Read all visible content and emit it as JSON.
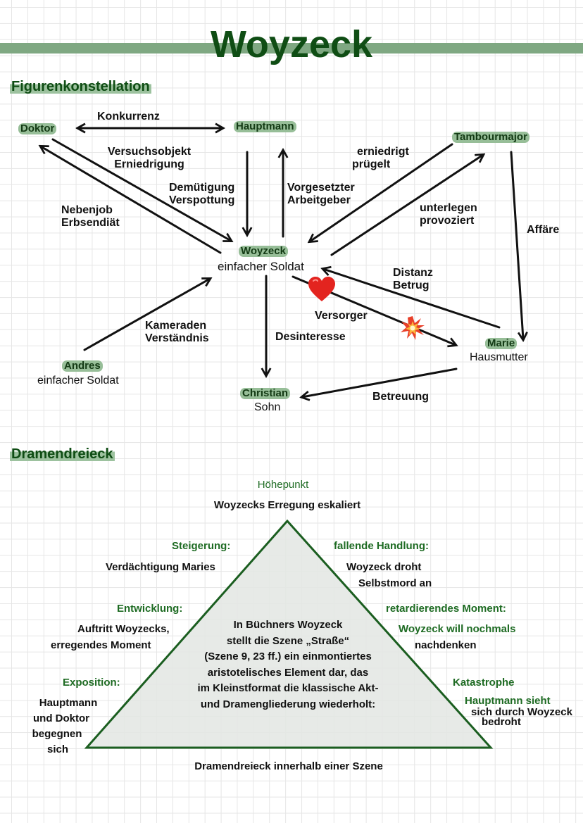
{
  "header": {
    "title": "Woyzeck",
    "accent_color": "#0f4d14",
    "bar_color": "#7fa882"
  },
  "figurenkonstellation": {
    "section_title": "Figurenkonstellation",
    "characters": {
      "doktor": {
        "name": "Doktor"
      },
      "hauptmann": {
        "name": "Hauptmann"
      },
      "tambourmajor": {
        "name": "Tambourmajor"
      },
      "woyzeck": {
        "name": "Woyzeck",
        "role": "einfacher Soldat"
      },
      "andres": {
        "name": "Andres",
        "role": "einfacher Soldat"
      },
      "marie": {
        "name": "Marie",
        "role": "Hausmutter"
      },
      "christian": {
        "name": "Christian",
        "role": "Sohn"
      }
    },
    "relations": {
      "doktor_hauptmann": [
        "Konkurrenz"
      ],
      "doktor_woyzeck": [
        "Versuchsobjekt",
        "Erniedrigung"
      ],
      "woyzeck_doktor": [
        "Nebenjob",
        "Erbsendiät"
      ],
      "hauptmann_woyzeck": [
        "Demütigung",
        "Verspottung"
      ],
      "woyzeck_hauptmann": [
        "Vorgesetzter",
        "Arbeitgeber"
      ],
      "tambourmajor_woyzeck": [
        "erniedrigt",
        "prügelt"
      ],
      "woyzeck_tambourmajor": [
        "unterlegen",
        "provoziert"
      ],
      "tambourmajor_marie": [
        "Affäre"
      ],
      "marie_woyzeck": [
        "Distanz",
        "Betrug"
      ],
      "woyzeck_marie": [
        "Versorger"
      ],
      "woyzeck_christian": [
        "Desinteresse"
      ],
      "andres_woyzeck": [
        "Kameraden",
        "Verständnis"
      ],
      "marie_christian": [
        "Betreuung"
      ]
    },
    "icons": {
      "heart": "❤️",
      "explosion": "💥"
    }
  },
  "dramendreieck": {
    "section_title": "Dramendreieck",
    "hoehepunkt": {
      "heading": "Höhepunkt",
      "text": "Woyzecks Erregung eskaliert"
    },
    "steigerung": {
      "heading": "Steigerung:",
      "text": "Verdächtigung Maries"
    },
    "fallende_handlung": {
      "heading": "fallende Handlung:",
      "lines": [
        "Woyzeck droht",
        "Selbstmord an"
      ]
    },
    "entwicklung": {
      "heading": "Entwicklung:",
      "lines": [
        "Auftritt Woyzecks,",
        "erregendes Moment"
      ]
    },
    "retardierendes_moment": {
      "heading": "retardierendes Moment:",
      "lines": [
        "Woyzeck will nochmals",
        "nachdenken"
      ]
    },
    "exposition": {
      "heading": "Exposition:",
      "lines": [
        "Hauptmann",
        "und Doktor",
        "begegnen",
        "sich"
      ]
    },
    "katastrophe": {
      "heading": "Katastrophe",
      "lines": [
        "Hauptmann sieht",
        "sich durch Woyzeck",
        "bedroht"
      ]
    },
    "center_lines": [
      "In Büchners Woyzeck",
      "stellt die Szene „Straße“",
      "(Szene 9, 23 ff.) ein einmontiertes",
      "aristotelisches Element dar, das",
      "im Kleinstformat die klassische Akt-",
      "und Dramengliederung wiederholt:"
    ],
    "caption": "Dramendreieck innerhalb einer Szene",
    "triangle_stroke": "#1b5e20",
    "triangle_fill": "#e3e6e3"
  }
}
